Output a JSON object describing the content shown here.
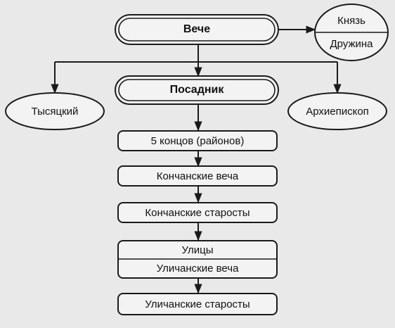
{
  "nodes": {
    "veche": "Вече",
    "knyaz": "Князь",
    "druzhina": "Дружина",
    "tysyatsky": "Тысяцкий",
    "posadnik": "Посадник",
    "arkhiepiskop": "Архиепископ",
    "kontsy": "5 концов (районов)",
    "konchanskie_vecha": "Кончанские веча",
    "konchanskie_starosty": "Кончанские старосты",
    "ulitsy": "Улицы",
    "ulichanskie_vecha": "Уличанские веча",
    "ulichanskie_starosty": "Уличанские старосты"
  },
  "colors": {
    "stroke": "#1a1a1a",
    "background": "#e9e9e9",
    "box_fill": "#f3f3f3"
  }
}
